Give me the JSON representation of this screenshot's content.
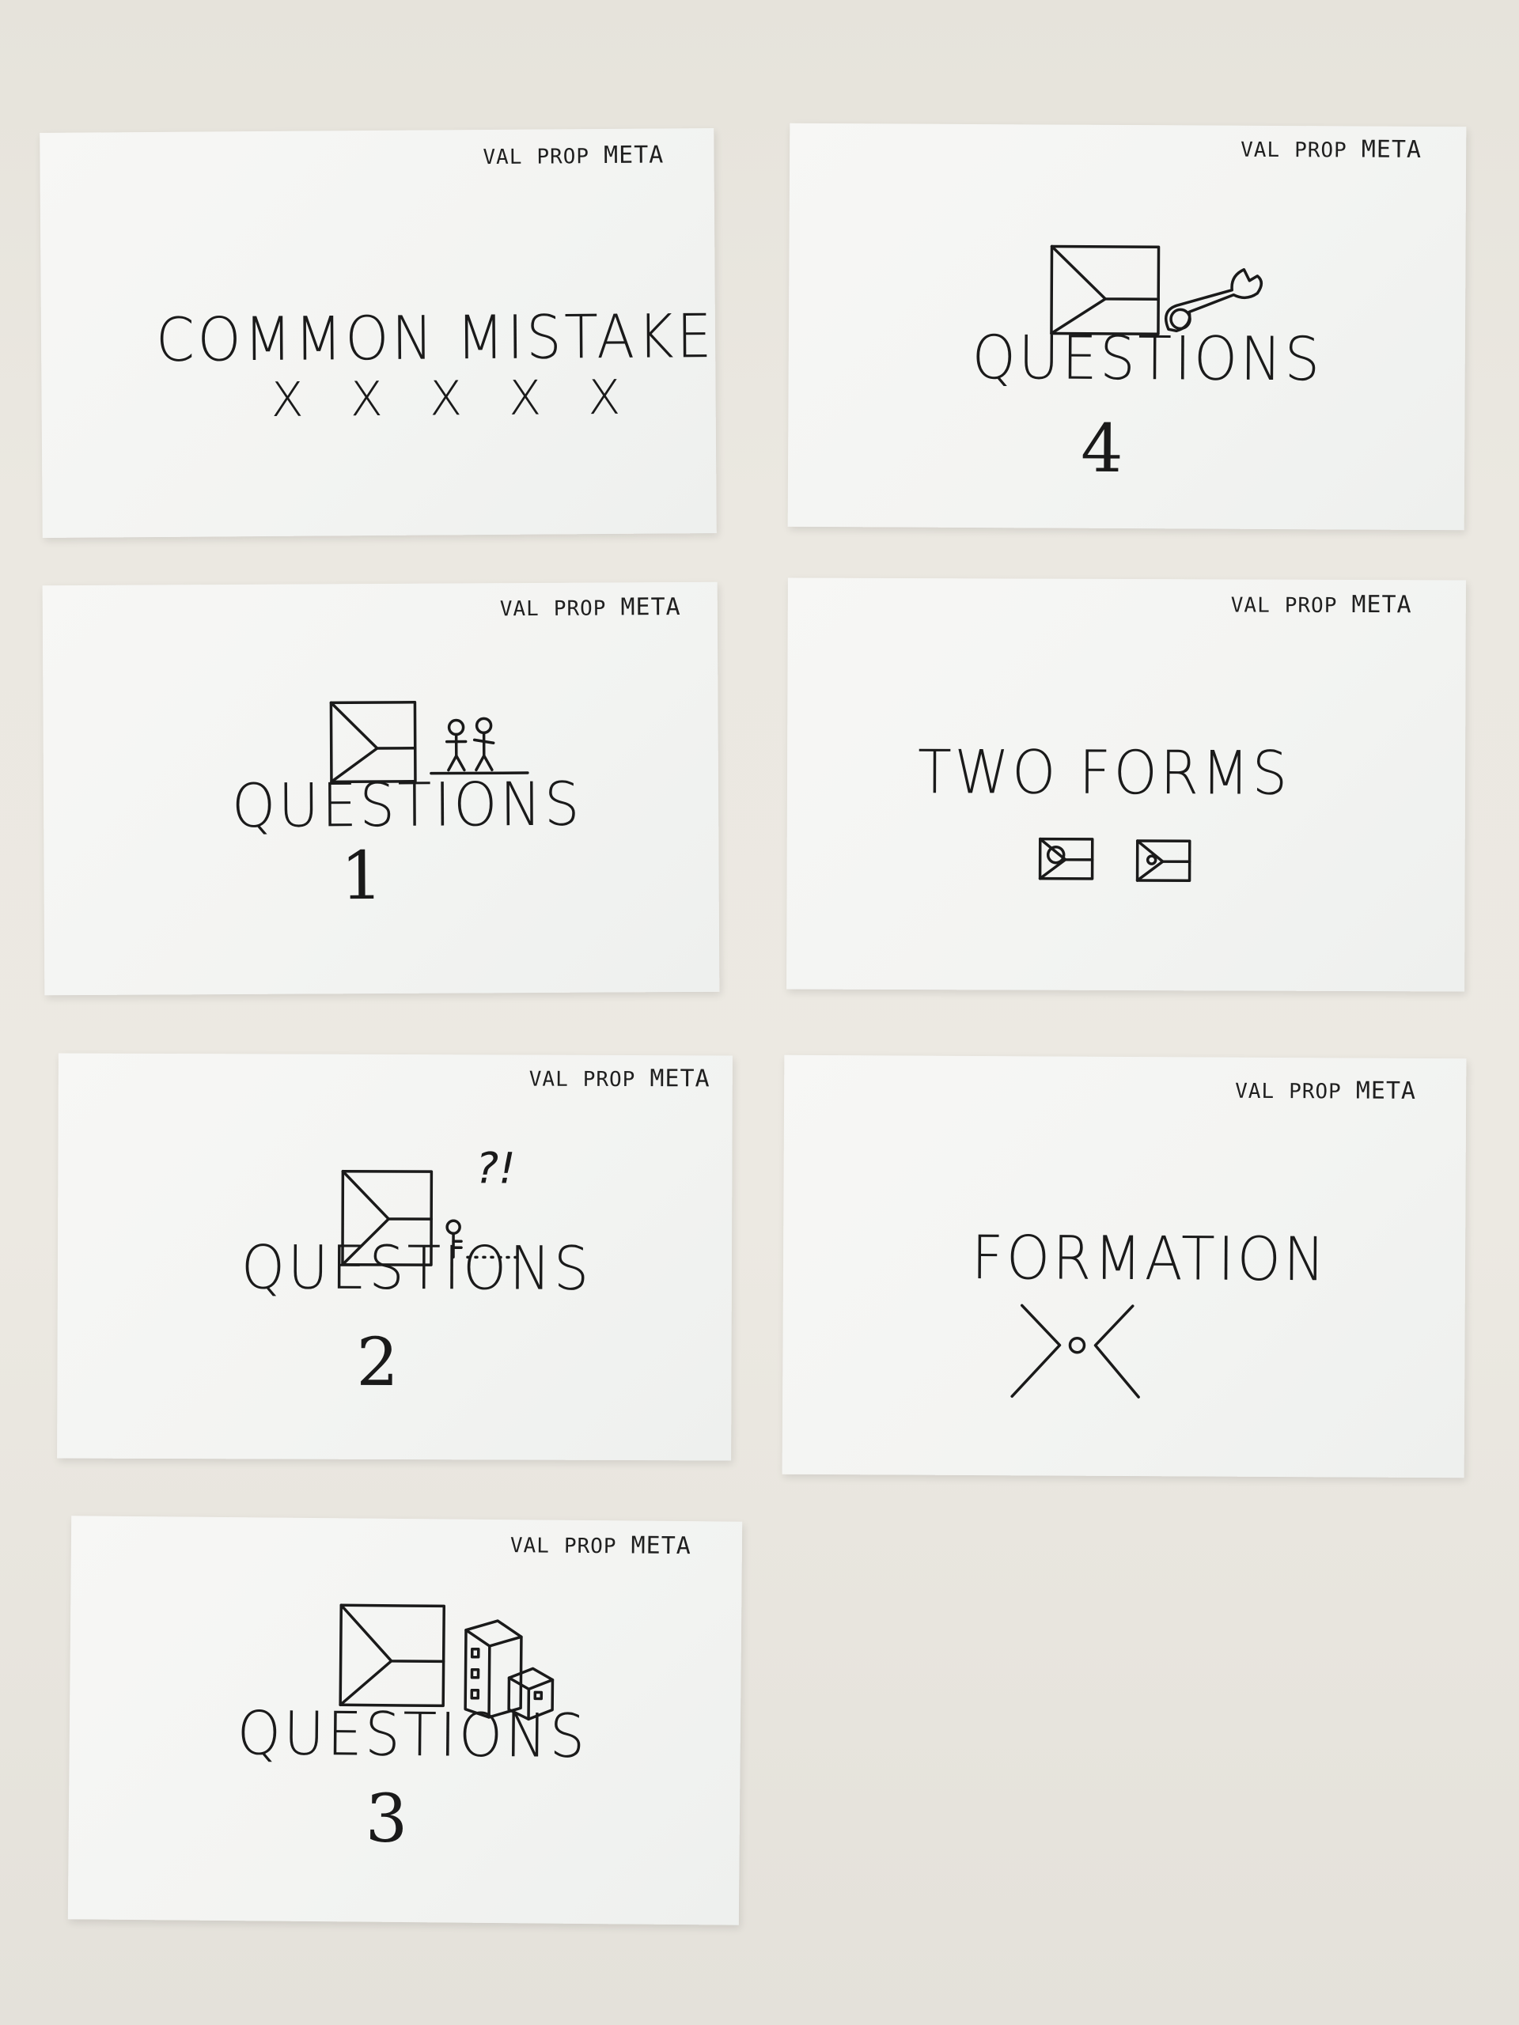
{
  "cards": {
    "common_mistakes": {
      "tag": {
        "val": "VAL",
        "prop": "PROP",
        "meta": "META"
      },
      "title": "COMMON MISTAKES",
      "marks": "X X X X X"
    },
    "questions_4": {
      "tag": {
        "val": "VAL",
        "prop": "PROP",
        "meta": "META"
      },
      "title": "QUESTIONS",
      "number": "4"
    },
    "questions_1": {
      "tag": {
        "val": "VAL",
        "prop": "PROP",
        "meta": "META"
      },
      "title": "QUESTIONS",
      "number": "1"
    },
    "two_forms": {
      "tag": {
        "val": "VAL",
        "prop": "PROP",
        "meta": "META"
      },
      "title": "TWO FORMS"
    },
    "questions_2": {
      "tag": {
        "val": "VAL",
        "prop": "PROP",
        "meta": "META"
      },
      "title": "QUESTIONS",
      "number": "2",
      "exclaim": "?!"
    },
    "formation": {
      "tag": {
        "val": "VAL",
        "prop": "PROP",
        "meta": "META"
      },
      "title": "FORMATION"
    },
    "questions_3": {
      "tag": {
        "val": "VAL",
        "prop": "PROP",
        "meta": "META"
      },
      "title": "QUESTIONS",
      "number": "3"
    }
  }
}
